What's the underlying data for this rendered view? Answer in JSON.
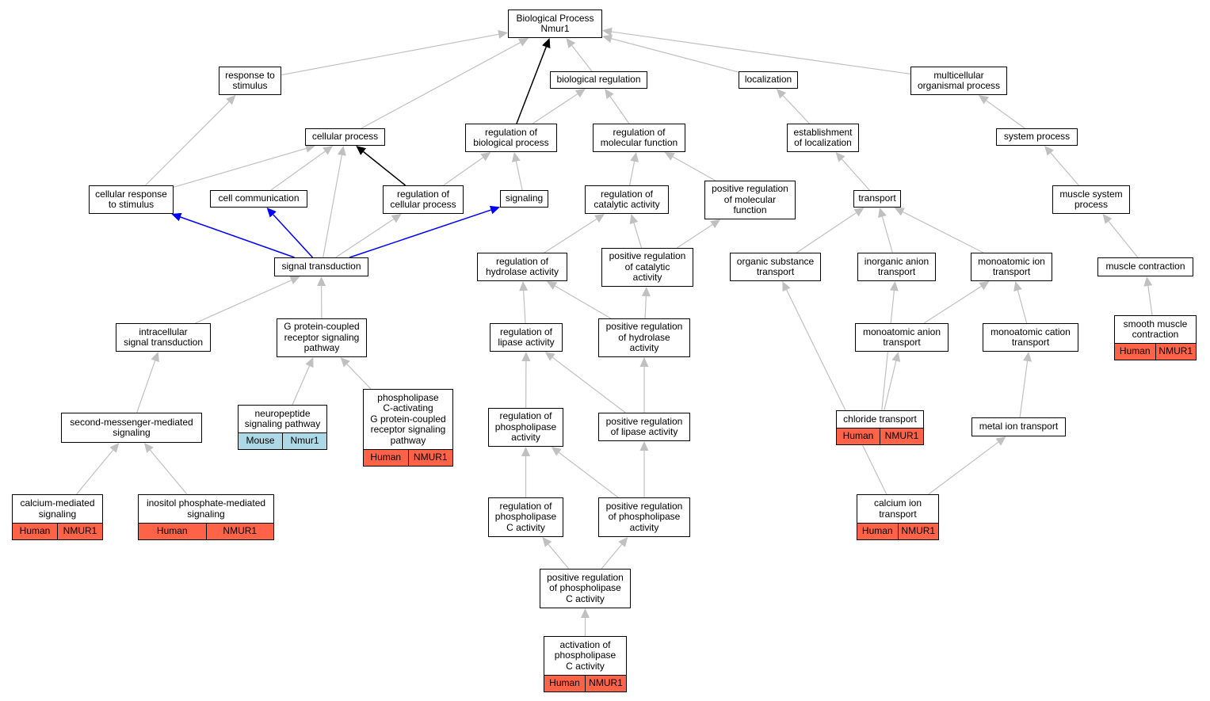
{
  "colors": {
    "edge_gray": "#c0c0c0",
    "edge_black": "#000000",
    "edge_blue": "#0000ff",
    "human": "#ff6347",
    "mouse": "#add8e6"
  },
  "nodes": {
    "root": {
      "label": "Biological Process\nNmur1"
    },
    "response_to_stimulus": {
      "label": "response to\nstimulus"
    },
    "biological_regulation": {
      "label": "biological regulation"
    },
    "localization": {
      "label": "localization"
    },
    "multicellular_organismal_process": {
      "label": "multicellular\norganismal process"
    },
    "cellular_process": {
      "label": "cellular process"
    },
    "regulation_of_biological_process": {
      "label": "regulation of\nbiological process"
    },
    "regulation_of_molecular_function": {
      "label": "regulation of\nmolecular function"
    },
    "establishment_of_localization": {
      "label": "establishment\nof localization"
    },
    "system_process": {
      "label": "system process"
    },
    "cellular_response_to_stimulus": {
      "label": "cellular response\nto stimulus"
    },
    "cell_communication": {
      "label": "cell communication"
    },
    "regulation_of_cellular_process": {
      "label": "regulation of\ncellular process"
    },
    "signaling": {
      "label": "signaling"
    },
    "regulation_of_catalytic_activity": {
      "label": "regulation of\ncatalytic activity"
    },
    "positive_regulation_of_molecular_function": {
      "label": "positive regulation\nof molecular\nfunction"
    },
    "transport": {
      "label": "transport"
    },
    "muscle_system_process": {
      "label": "muscle system\nprocess"
    },
    "signal_transduction": {
      "label": "signal transduction"
    },
    "regulation_of_hydrolase_activity": {
      "label": "regulation of\nhydrolase activity"
    },
    "positive_regulation_of_catalytic_activity": {
      "label": "positive regulation\nof catalytic\nactivity"
    },
    "organic_substance_transport": {
      "label": "organic substance\ntransport"
    },
    "inorganic_anion_transport": {
      "label": "inorganic anion\ntransport"
    },
    "monoatomic_ion_transport": {
      "label": "monoatomic ion\ntransport"
    },
    "muscle_contraction": {
      "label": "muscle contraction"
    },
    "intracellular_signal_transduction": {
      "label": "intracellular\nsignal transduction"
    },
    "gpcr_signaling_pathway": {
      "label": "G protein-coupled\nreceptor signaling\npathway"
    },
    "regulation_of_lipase_activity": {
      "label": "regulation of\nlipase activity"
    },
    "positive_regulation_of_hydrolase_activity": {
      "label": "positive regulation\nof hydrolase\nactivity"
    },
    "monoatomic_anion_transport": {
      "label": "monoatomic anion\ntransport"
    },
    "monoatomic_cation_transport": {
      "label": "monoatomic cation\ntransport"
    },
    "smooth_muscle_contraction": {
      "label": "smooth muscle\ncontraction",
      "species": "Human",
      "gene": "NMUR1"
    },
    "second_messenger_mediated_signaling": {
      "label": "second-messenger-mediated\nsignaling"
    },
    "neuropeptide_signaling_pathway": {
      "label": "neuropeptide\nsignaling pathway",
      "species": "Mouse",
      "gene": "Nmur1"
    },
    "phospholipase_c_activating_gpcr_pathway": {
      "label": "phospholipase\nC-activating\nG protein-coupled\nreceptor signaling\npathway",
      "species": "Human",
      "gene": "NMUR1"
    },
    "regulation_of_phospholipase_activity": {
      "label": "regulation of\nphospholipase\nactivity"
    },
    "positive_regulation_of_lipase_activity": {
      "label": "positive regulation\nof lipase activity"
    },
    "chloride_transport": {
      "label": "chloride transport",
      "species": "Human",
      "gene": "NMUR1"
    },
    "metal_ion_transport": {
      "label": "metal ion transport"
    },
    "calcium_mediated_signaling": {
      "label": "calcium-mediated\nsignaling",
      "species": "Human",
      "gene": "NMUR1"
    },
    "inositol_phosphate_mediated_signaling": {
      "label": "inositol phosphate-mediated\nsignaling",
      "species": "Human",
      "gene": "NMUR1"
    },
    "regulation_of_phospholipase_c_activity": {
      "label": "regulation of\nphospholipase\nC activity"
    },
    "positive_regulation_of_phospholipase_activity": {
      "label": "positive regulation\nof phospholipase\nactivity"
    },
    "calcium_ion_transport": {
      "label": "calcium ion\ntransport",
      "species": "Human",
      "gene": "NMUR1"
    },
    "positive_regulation_of_phospholipase_c_activity": {
      "label": "positive regulation\nof phospholipase\nC activity"
    },
    "activation_of_phospholipase_c_activity": {
      "label": "activation of\nphospholipase\nC activity",
      "species": "Human",
      "gene": "NMUR1"
    }
  },
  "edges": [
    {
      "from": "response_to_stimulus",
      "to": "root",
      "color": "gray"
    },
    {
      "from": "cellular_process",
      "to": "root",
      "color": "gray"
    },
    {
      "from": "regulation_of_biological_process",
      "to": "root",
      "color": "black"
    },
    {
      "from": "biological_regulation",
      "to": "root",
      "color": "gray"
    },
    {
      "from": "localization",
      "to": "root",
      "color": "gray"
    },
    {
      "from": "multicellular_organismal_process",
      "to": "root",
      "color": "gray"
    },
    {
      "from": "regulation_of_biological_process",
      "to": "biological_regulation",
      "color": "gray"
    },
    {
      "from": "regulation_of_molecular_function",
      "to": "biological_regulation",
      "color": "gray"
    },
    {
      "from": "establishment_of_localization",
      "to": "localization",
      "color": "gray"
    },
    {
      "from": "system_process",
      "to": "multicellular_organismal_process",
      "color": "gray"
    },
    {
      "from": "cellular_response_to_stimulus",
      "to": "response_to_stimulus",
      "color": "gray"
    },
    {
      "from": "cellular_response_to_stimulus",
      "to": "cellular_process",
      "color": "gray"
    },
    {
      "from": "cell_communication",
      "to": "cellular_process",
      "color": "gray"
    },
    {
      "from": "regulation_of_cellular_process",
      "to": "cellular_process",
      "color": "black"
    },
    {
      "from": "regulation_of_cellular_process",
      "to": "regulation_of_biological_process",
      "color": "gray"
    },
    {
      "from": "signaling",
      "to": "regulation_of_biological_process",
      "color": "gray"
    },
    {
      "from": "regulation_of_catalytic_activity",
      "to": "regulation_of_molecular_function",
      "color": "gray"
    },
    {
      "from": "positive_regulation_of_molecular_function",
      "to": "regulation_of_molecular_function",
      "color": "gray"
    },
    {
      "from": "transport",
      "to": "establishment_of_localization",
      "color": "gray"
    },
    {
      "from": "muscle_system_process",
      "to": "system_process",
      "color": "gray"
    },
    {
      "from": "signal_transduction",
      "to": "cellular_response_to_stimulus",
      "color": "blue"
    },
    {
      "from": "signal_transduction",
      "to": "cell_communication",
      "color": "blue"
    },
    {
      "from": "signal_transduction",
      "to": "signaling",
      "color": "blue"
    },
    {
      "from": "signal_transduction",
      "to": "cellular_process",
      "color": "gray"
    },
    {
      "from": "signal_transduction",
      "to": "regulation_of_cellular_process",
      "color": "gray"
    },
    {
      "from": "regulation_of_hydrolase_activity",
      "to": "regulation_of_catalytic_activity",
      "color": "gray"
    },
    {
      "from": "positive_regulation_of_catalytic_activity",
      "to": "regulation_of_catalytic_activity",
      "color": "gray"
    },
    {
      "from": "positive_regulation_of_catalytic_activity",
      "to": "positive_regulation_of_molecular_function",
      "color": "gray"
    },
    {
      "from": "organic_substance_transport",
      "to": "transport",
      "color": "gray"
    },
    {
      "from": "inorganic_anion_transport",
      "to": "transport",
      "color": "gray"
    },
    {
      "from": "monoatomic_ion_transport",
      "to": "transport",
      "color": "gray"
    },
    {
      "from": "muscle_contraction",
      "to": "muscle_system_process",
      "color": "gray"
    },
    {
      "from": "intracellular_signal_transduction",
      "to": "signal_transduction",
      "color": "gray"
    },
    {
      "from": "gpcr_signaling_pathway",
      "to": "signal_transduction",
      "color": "gray"
    },
    {
      "from": "regulation_of_lipase_activity",
      "to": "regulation_of_hydrolase_activity",
      "color": "gray"
    },
    {
      "from": "positive_regulation_of_hydrolase_activity",
      "to": "regulation_of_hydrolase_activity",
      "color": "gray"
    },
    {
      "from": "positive_regulation_of_hydrolase_activity",
      "to": "positive_regulation_of_catalytic_activity",
      "color": "gray"
    },
    {
      "from": "monoatomic_anion_transport",
      "to": "monoatomic_ion_transport",
      "color": "gray"
    },
    {
      "from": "monoatomic_cation_transport",
      "to": "monoatomic_ion_transport",
      "color": "gray"
    },
    {
      "from": "smooth_muscle_contraction",
      "to": "muscle_contraction",
      "color": "gray"
    },
    {
      "from": "second_messenger_mediated_signaling",
      "to": "intracellular_signal_transduction",
      "color": "gray"
    },
    {
      "from": "neuropeptide_signaling_pathway",
      "to": "gpcr_signaling_pathway",
      "color": "gray"
    },
    {
      "from": "phospholipase_c_activating_gpcr_pathway",
      "to": "gpcr_signaling_pathway",
      "color": "gray"
    },
    {
      "from": "regulation_of_phospholipase_activity",
      "to": "regulation_of_lipase_activity",
      "color": "gray"
    },
    {
      "from": "positive_regulation_of_lipase_activity",
      "to": "regulation_of_lipase_activity",
      "color": "gray"
    },
    {
      "from": "positive_regulation_of_lipase_activity",
      "to": "positive_regulation_of_hydrolase_activity",
      "color": "gray"
    },
    {
      "from": "chloride_transport",
      "to": "inorganic_anion_transport",
      "color": "gray"
    },
    {
      "from": "chloride_transport",
      "to": "monoatomic_anion_transport",
      "color": "gray"
    },
    {
      "from": "metal_ion_transport",
      "to": "monoatomic_cation_transport",
      "color": "gray"
    },
    {
      "from": "calcium_mediated_signaling",
      "to": "second_messenger_mediated_signaling",
      "color": "gray"
    },
    {
      "from": "inositol_phosphate_mediated_signaling",
      "to": "second_messenger_mediated_signaling",
      "color": "gray"
    },
    {
      "from": "regulation_of_phospholipase_c_activity",
      "to": "regulation_of_phospholipase_activity",
      "color": "gray"
    },
    {
      "from": "positive_regulation_of_phospholipase_activity",
      "to": "regulation_of_phospholipase_activity",
      "color": "gray"
    },
    {
      "from": "positive_regulation_of_phospholipase_activity",
      "to": "positive_regulation_of_lipase_activity",
      "color": "gray"
    },
    {
      "from": "calcium_ion_transport",
      "to": "organic_substance_transport",
      "color": "gray"
    },
    {
      "from": "calcium_ion_transport",
      "to": "metal_ion_transport",
      "color": "gray"
    },
    {
      "from": "positive_regulation_of_phospholipase_c_activity",
      "to": "regulation_of_phospholipase_c_activity",
      "color": "gray"
    },
    {
      "from": "positive_regulation_of_phospholipase_c_activity",
      "to": "positive_regulation_of_phospholipase_activity",
      "color": "gray"
    },
    {
      "from": "activation_of_phospholipase_c_activity",
      "to": "positive_regulation_of_phospholipase_c_activity",
      "color": "gray"
    }
  ]
}
